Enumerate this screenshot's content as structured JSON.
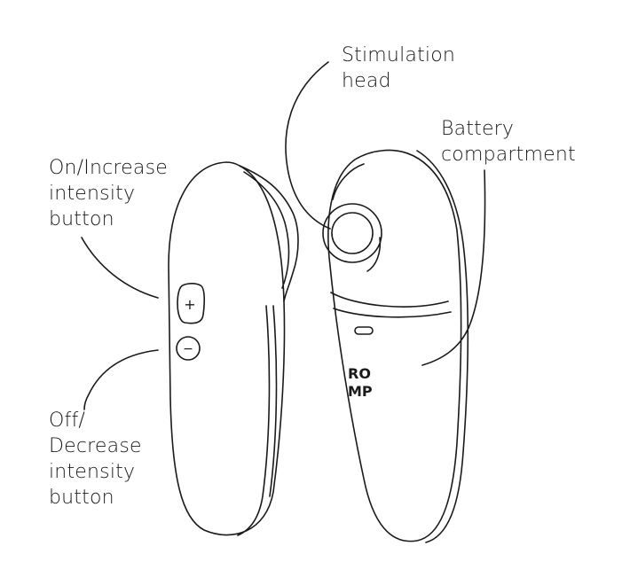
{
  "labels": {
    "on_increase": "On/Increase\nintensity\nbutton",
    "off_decrease": "Off/\nDecrease\nintensity\nbutton",
    "stimulation_head": "Stimulation\nhead",
    "battery_compartment": "Battery\ncompartment"
  },
  "device": {
    "plus_symbol": "+",
    "minus_symbol": "−",
    "brand_line1": "RO",
    "brand_line2": "MP"
  },
  "colors": {
    "line": "#1a1a1a",
    "background": "#ffffff"
  }
}
